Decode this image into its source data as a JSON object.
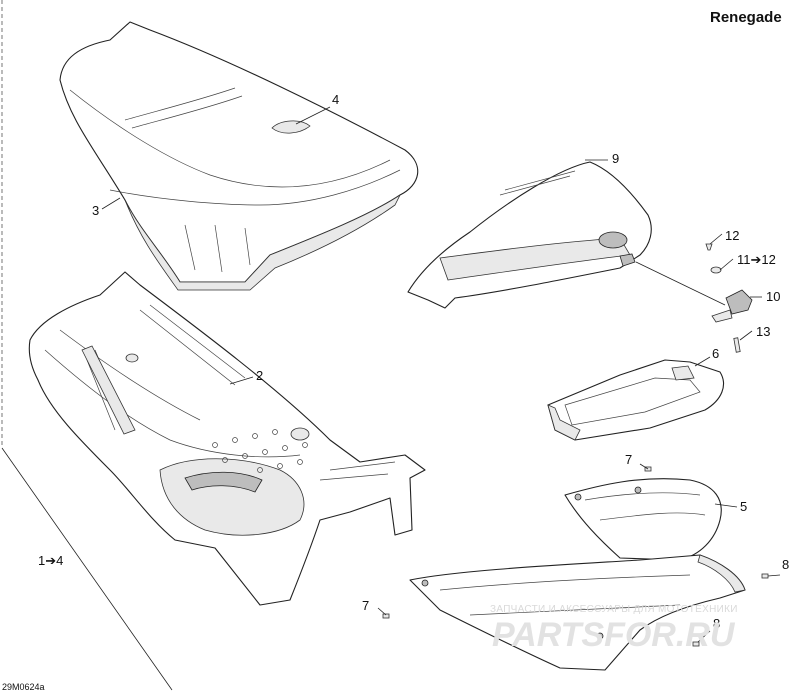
{
  "header": {
    "model": "Renegade"
  },
  "drawing_code": "29M0624a",
  "watermark": {
    "caption": "ЗАПЧАСТИ И АКСЕССУАРЫ ДЛЯ МОТОТЕХНИКИ",
    "brand": "PARTSFOR.RU"
  },
  "callouts": {
    "c1": "1➔4",
    "c2": "2",
    "c3": "3",
    "c4": "4",
    "c5": "5",
    "c6": "6",
    "c7a": "7",
    "c7b": "7",
    "c8a": "8",
    "c8b": "8",
    "c9": "9",
    "c10": "10",
    "c11": "11➔12",
    "c12": "12",
    "c13": "13"
  }
}
